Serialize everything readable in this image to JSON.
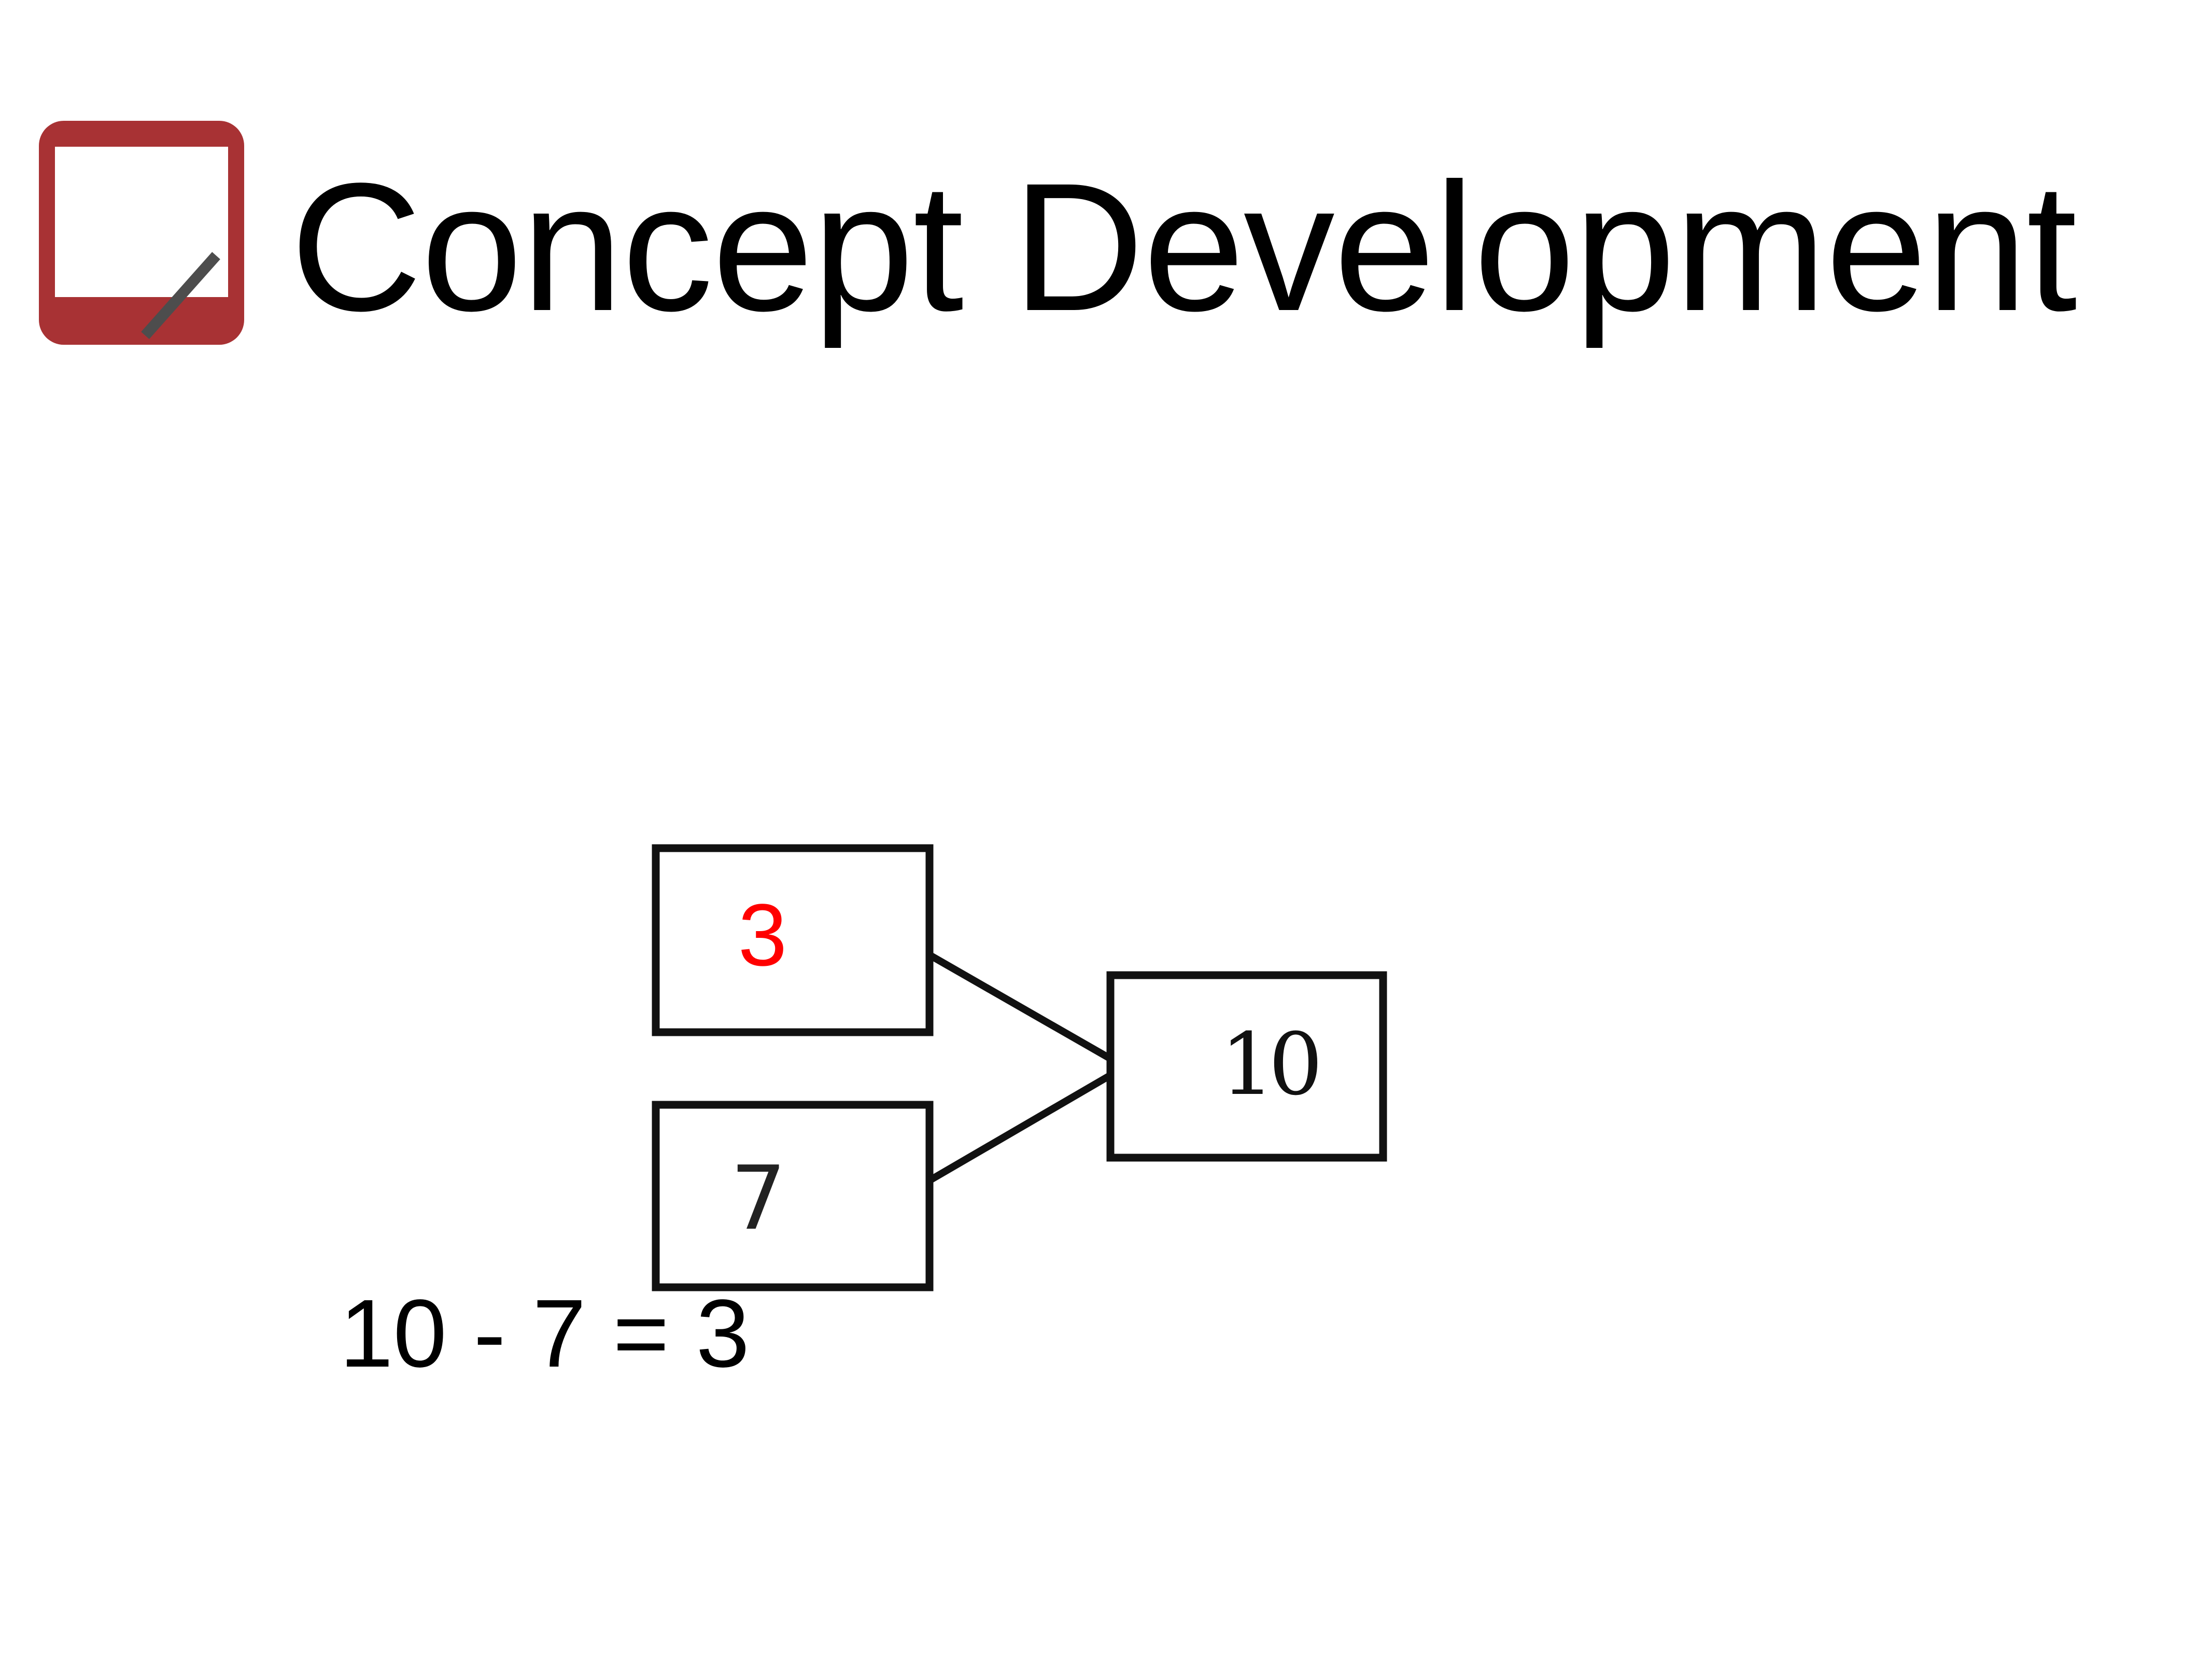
{
  "slide": {
    "title": "Concept Development",
    "icon": "whiteboard-pen-icon",
    "accent_color": "#a83234",
    "diagram": {
      "part_a": "3",
      "part_b": "7",
      "whole": "10",
      "part_a_color": "#ff0000"
    },
    "equation": "10 - 7 = 3"
  }
}
